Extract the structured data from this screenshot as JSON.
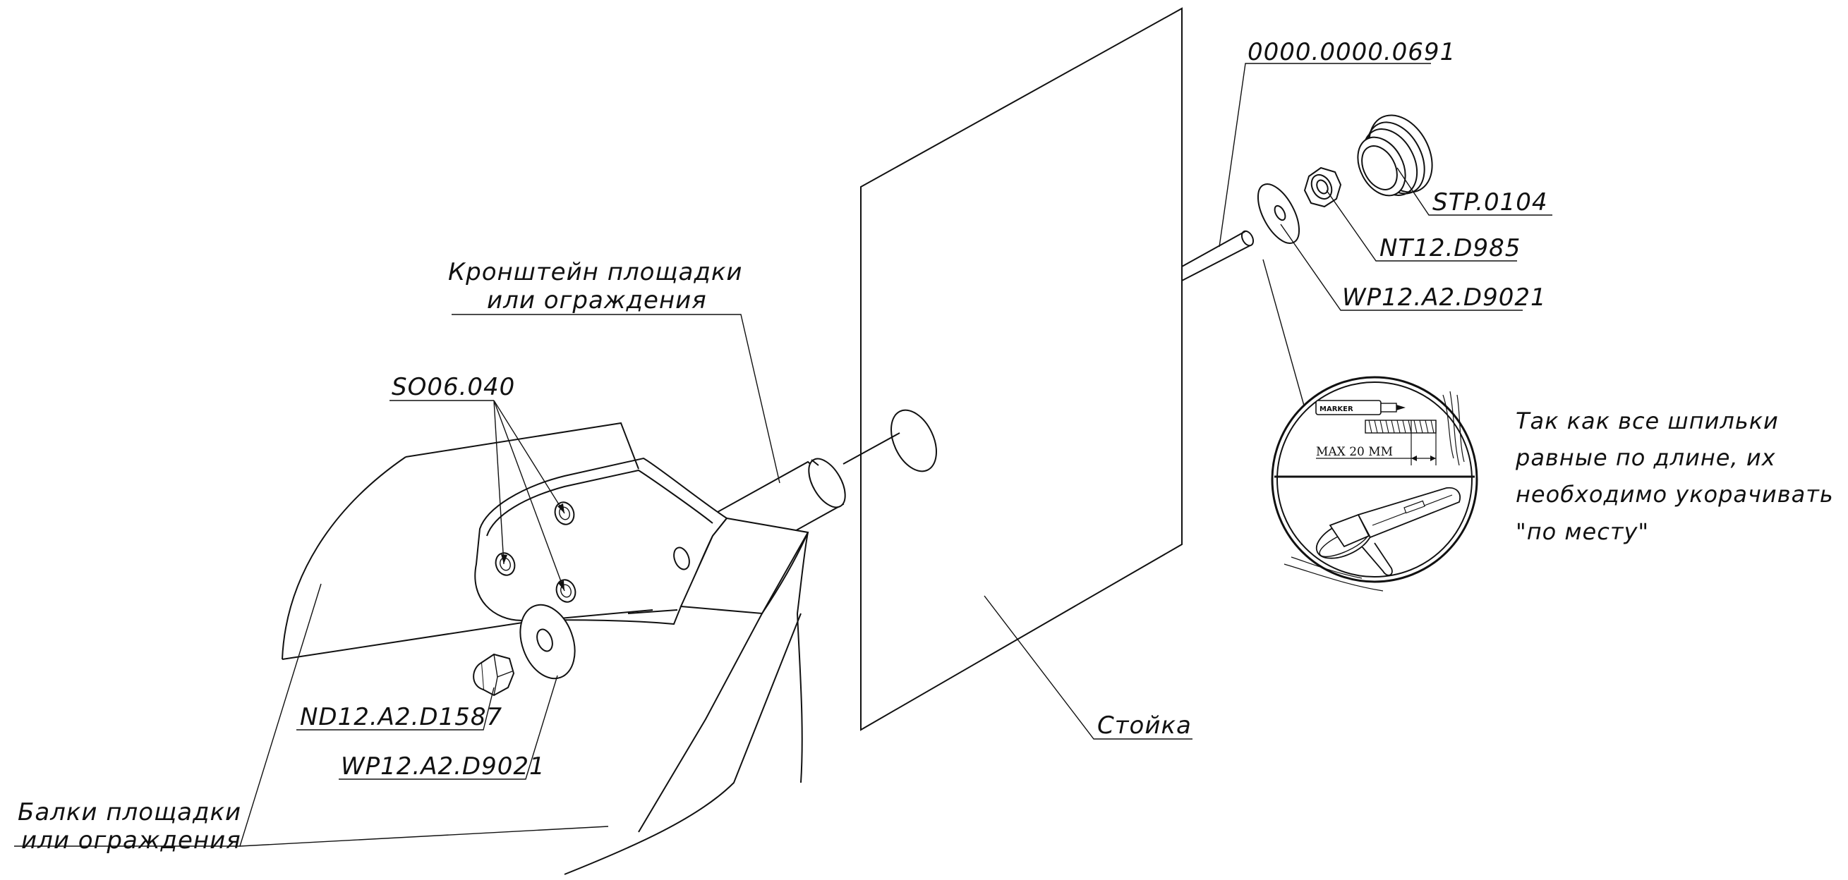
{
  "callouts": {
    "stud_code": "0000.0000.0691",
    "cap_code": "STP.0104",
    "nut_code": "NT12.D985",
    "washer_right_code": "WP12.A2.D9021",
    "screw_code": "SO06.040",
    "bracket_line1": "Кронштейн площадки",
    "bracket_line2": "или ограждения",
    "acorn_nut_code": "ND12.A2.D1587",
    "washer_left_code": "WP12.A2.D9021",
    "post_label": "Стойка",
    "beams_line1": "Балки площадки",
    "beams_line2": "или ограждения"
  },
  "note": {
    "line1": "Так как все шпильки",
    "line2": "равные по длине, их",
    "line3": "необходимо укорачивать",
    "line4": "\"по месту\""
  },
  "detail": {
    "marker_text": "MARKER",
    "max_text": "MAX 20 MM"
  },
  "icons": {
    "marker": "marker-pen-icon",
    "grinder": "angle-grinder-icon"
  },
  "colors": {
    "line": "#111111",
    "background": "#ffffff"
  }
}
